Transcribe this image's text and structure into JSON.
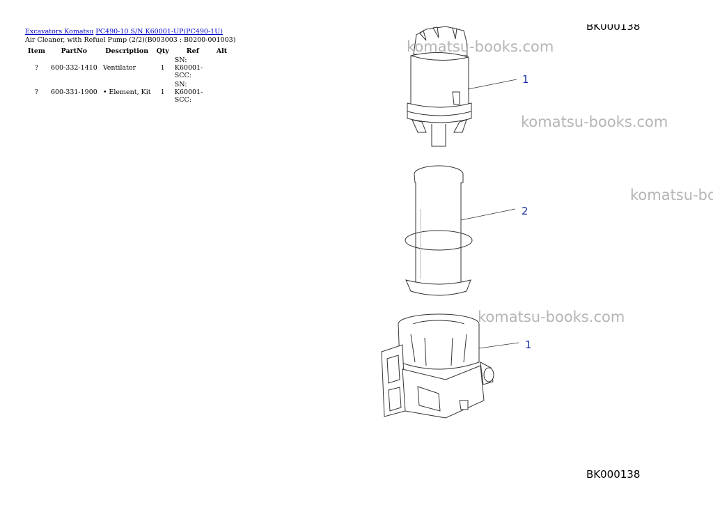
{
  "breadcrumb": {
    "link1": "Excavators Komatsu",
    "link2": "PC490-10 S/N K60001-UP(PC490-1U)"
  },
  "subtitle": "Air Cleaner, with Refuel Pump (2/2)(B003003 : B0200-001003)",
  "table": {
    "headers": [
      "Item",
      "PartNo",
      "Description",
      "Qty",
      "Ref",
      "Alt"
    ],
    "rows": [
      {
        "item": "?",
        "part_no": "600-332-1410",
        "description": "Ventilator",
        "qty": "1",
        "ref_line1": "SN: K60001-",
        "ref_line2": "SCC:",
        "alt": ""
      },
      {
        "item": "?",
        "part_no": "600-331-1900",
        "description": "• Element, Kit",
        "qty": "1",
        "ref_line1": "SN: K60001-",
        "ref_line2": "SCC:",
        "alt": ""
      }
    ]
  },
  "diagram": {
    "callouts": [
      "1",
      "2",
      "1"
    ],
    "drawing_number": "BK000138",
    "top_clipped_text": "BK000138",
    "watermarks": [
      "komatsu-books.com",
      "komatsu-books.com",
      "komatsu-bo",
      "komatsu-books.com"
    ]
  }
}
